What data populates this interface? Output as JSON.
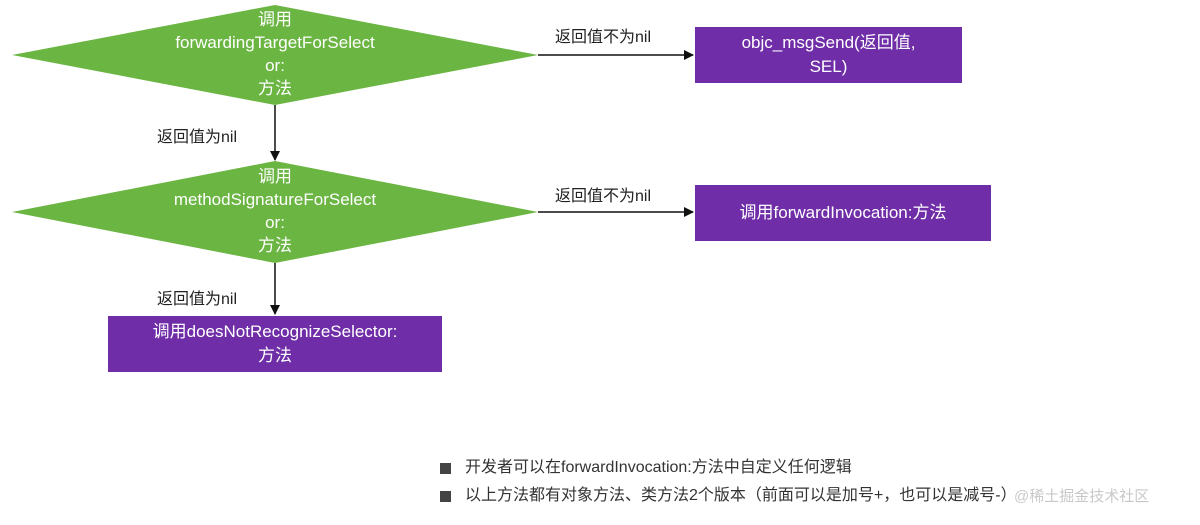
{
  "diamond1": {
    "line1": "调用",
    "line2": "forwardingTargetForSelect",
    "line3": "or:",
    "line4": "方法"
  },
  "diamond2": {
    "line1": "调用",
    "line2": "methodSignatureForSelect",
    "line3": "or:",
    "line4": "方法"
  },
  "box_msgsend": {
    "line1": "objc_msgSend(返回值,",
    "line2": "SEL)"
  },
  "box_forward": {
    "text": "调用forwardInvocation:方法"
  },
  "box_notrecognize": {
    "line1": "调用doesNotRecognizeSelector:",
    "line2": "方法"
  },
  "edges": {
    "d1_to_msgsend": "返回值不为nil",
    "d1_to_d2": "返回值为nil",
    "d2_to_forward": "返回值不为nil",
    "d2_to_notrecognize": "返回值为nil"
  },
  "notes": [
    "开发者可以在forwardInvocation:方法中自定义任何逻辑",
    "以上方法都有对象方法、类方法2个版本（前面可以是加号+，也可以是减号-）"
  ],
  "watermark": "@稀土掘金技术社区",
  "colors": {
    "diamond": "#6bb543",
    "box": "#6f2da8",
    "arrow": "#111111"
  }
}
